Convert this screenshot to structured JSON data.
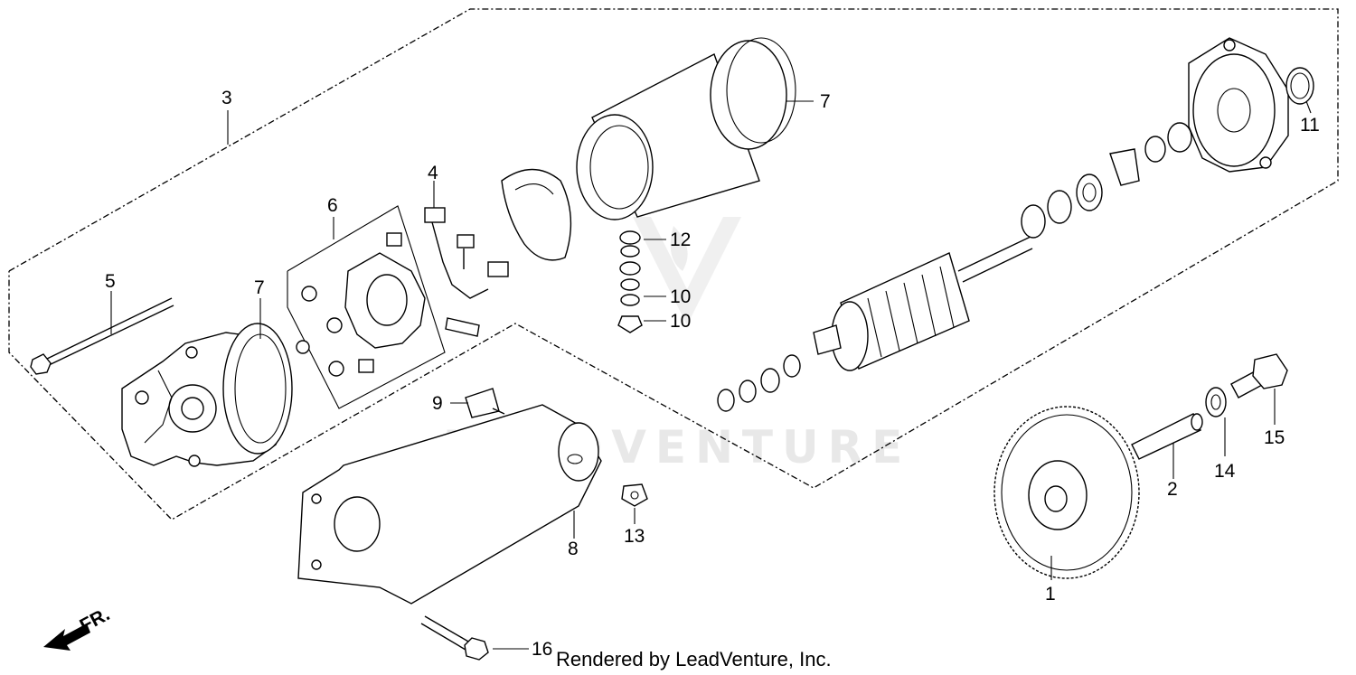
{
  "diagram": {
    "credit": "Rendered by LeadVenture, Inc.",
    "watermark": "LEADVENTURE",
    "direction_label": "FR.",
    "callouts": {
      "c1": "1",
      "c2": "2",
      "c3": "3",
      "c4": "4",
      "c5": "5",
      "c6": "6",
      "c7a": "7",
      "c7b": "7",
      "c8": "8",
      "c9": "9",
      "c10a": "10",
      "c10b": "10",
      "c11": "11",
      "c12": "12",
      "c13": "13",
      "c14": "14",
      "c15": "15",
      "c16": "16"
    }
  }
}
